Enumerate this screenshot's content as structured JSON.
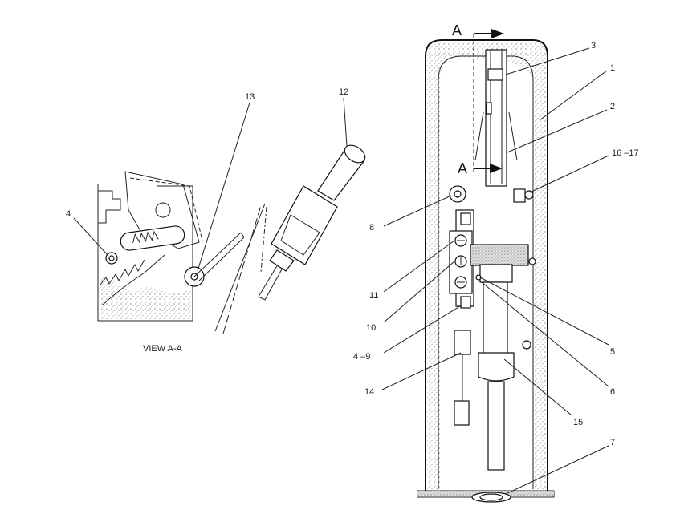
{
  "view_caption": "VIEW  A-A",
  "section_marker": "A",
  "callouts": {
    "c1": "1",
    "c2": "2",
    "c3": "3",
    "c4": "4",
    "c4_9": "4 –9",
    "c5": "5",
    "c6": "6",
    "c7": "7",
    "c8": "8",
    "c10": "10",
    "c11": "11",
    "c12": "12",
    "c13": "13",
    "c14": "14",
    "c15": "15",
    "c16_17": "16 –17"
  }
}
